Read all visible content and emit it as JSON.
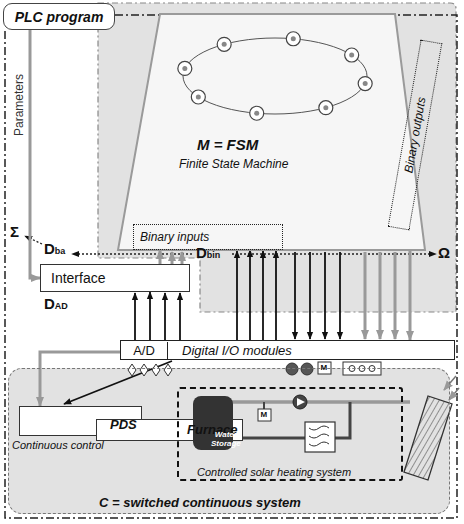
{
  "diagram": {
    "nodes": [
      {
        "text": [
          "PLC program"
        ]
      },
      {
        "text": [
          "M = FSM",
          "Finite State Machine"
        ]
      },
      {
        "text": [
          "Binary inputs"
        ]
      },
      {
        "text": [
          "Binary outputs"
        ]
      },
      {
        "text": [
          "Interface"
        ]
      },
      {
        "text": [
          "A/D",
          "Digital I/O modules"
        ]
      },
      {
        "text": [
          "C = switched continuous system"
        ]
      },
      {
        "text": [
          "PDS",
          "Continuous control"
        ],
        "in": 6
      },
      {
        "text": [
          "Furnace"
        ],
        "in": 6
      },
      {
        "text": [
          "Controlled solar heating system"
        ],
        "in": 6
      },
      {
        "text": [
          "Water Storage"
        ],
        "in": 9
      }
    ],
    "edges": [
      {
        "from": 0,
        "to": 4,
        "arrow": "to",
        "label": "Parameters"
      },
      {
        "from": 4,
        "to": 2,
        "arrow": "to"
      },
      {
        "from": 5,
        "to": 4,
        "arrow": "to"
      },
      {
        "from": 5,
        "to": 2,
        "arrow": "to"
      },
      {
        "from": 3,
        "to": 5,
        "arrow": "to"
      },
      {
        "from": 5,
        "to": 7,
        "arrow": "to"
      },
      {
        "from": 7,
        "to": 8,
        "arrow": "to"
      },
      {
        "from": 8,
        "to": 10,
        "arrow": "none"
      }
    ],
    "labels": [
      "Σ",
      "Dba",
      "Dbin",
      "Ω",
      "DAD",
      "M",
      "M"
    ]
  }
}
